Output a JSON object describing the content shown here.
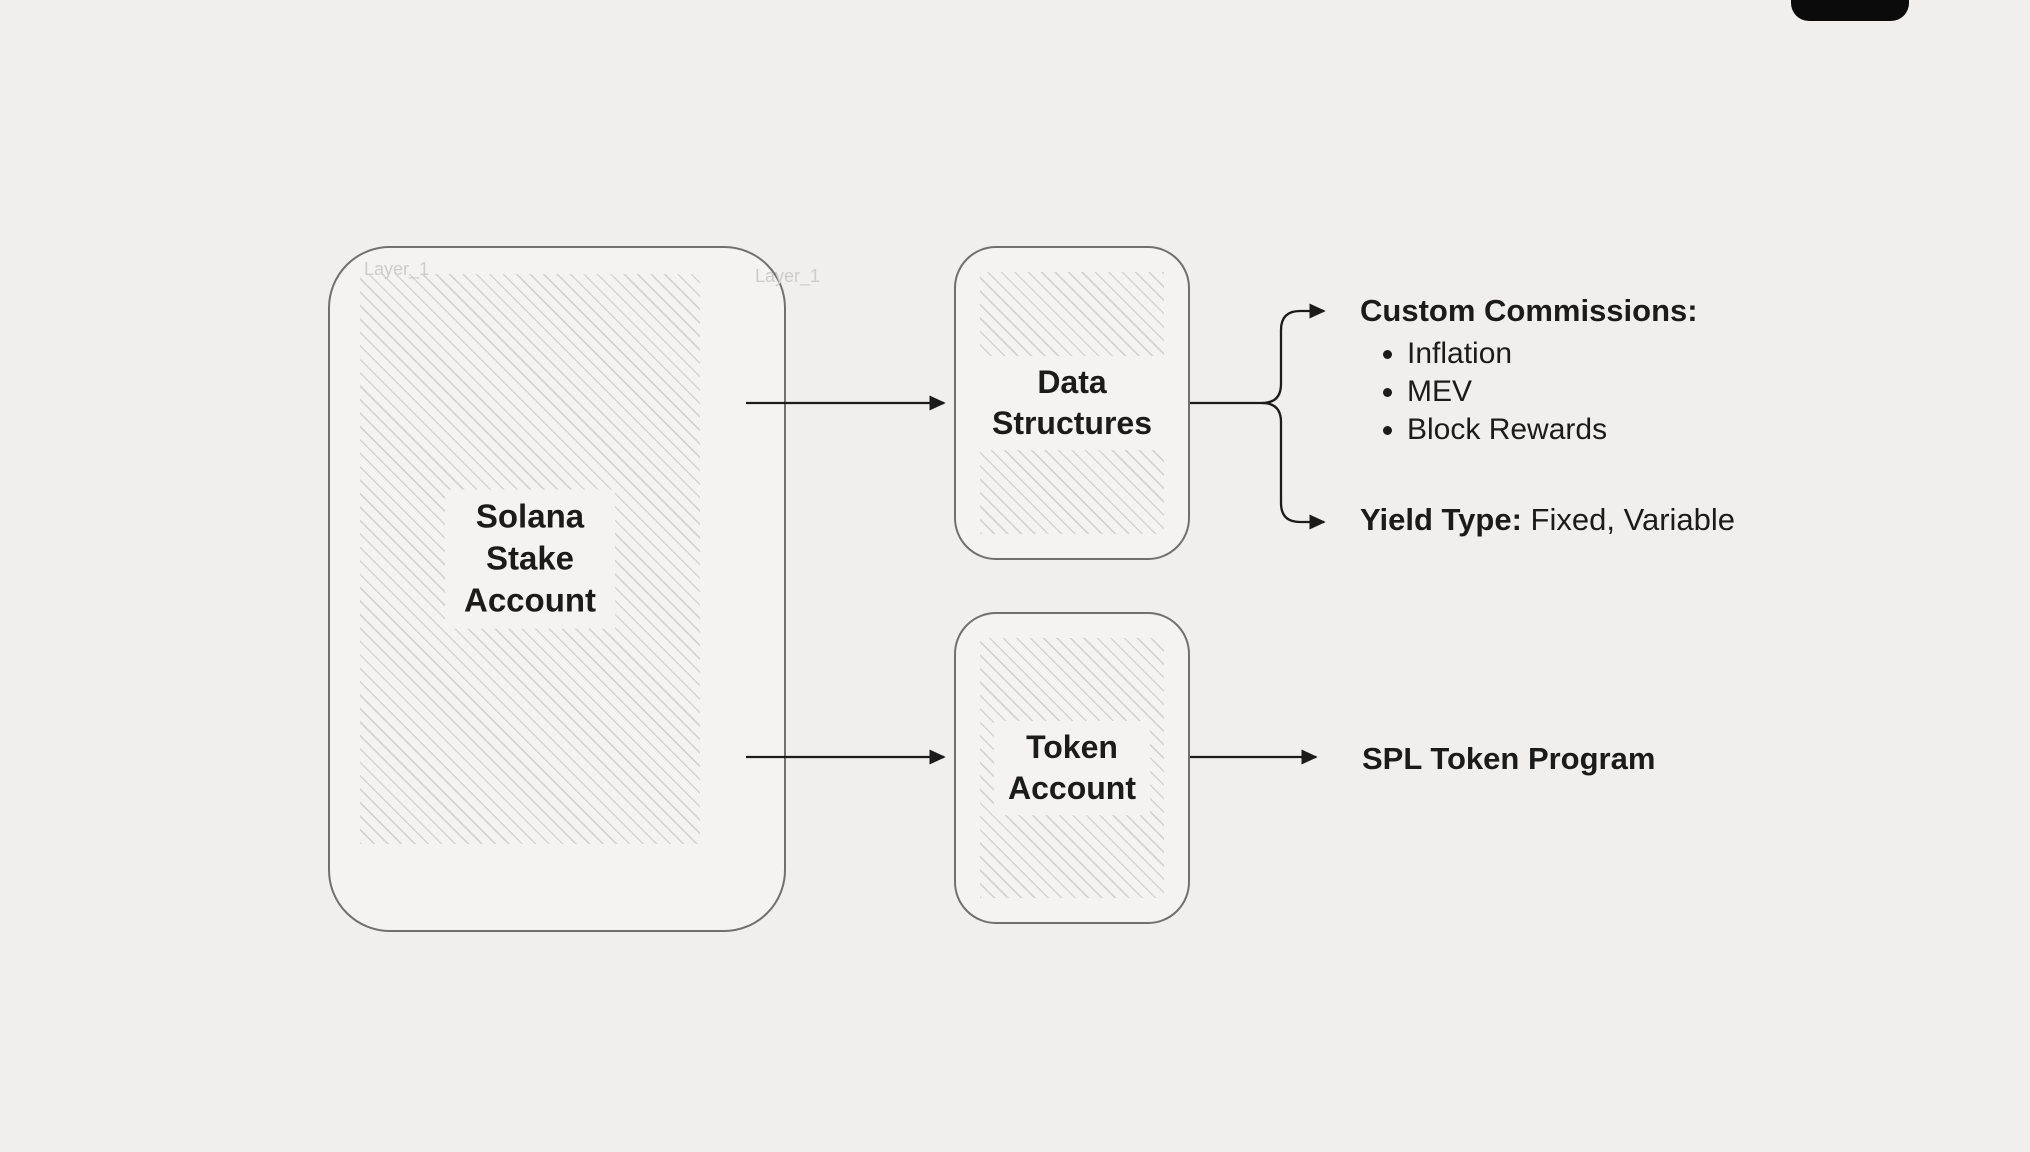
{
  "colors": {
    "background": "#f0efed",
    "box_fill": "#f4f3f1",
    "hatch_line": "#d5d4d1",
    "box_border": "#71706e",
    "ink": "#1b1b1b"
  },
  "boxes": {
    "stake_account": {
      "label": "Solana Stake\nAccount"
    },
    "data_structures": {
      "label": "Data\nStructures"
    },
    "token_account": {
      "label": "Token\nAccount"
    }
  },
  "annotations": {
    "custom_commissions": {
      "title": "Custom Commissions:",
      "items": [
        "Inflation",
        "MEV",
        "Block Rewards"
      ]
    },
    "yield_type": {
      "label": "Yield Type:",
      "value": "Fixed, Variable"
    },
    "spl_token_program": "SPL Token Program"
  },
  "layer_labels": [
    "Layer_1",
    "Layer_1"
  ]
}
